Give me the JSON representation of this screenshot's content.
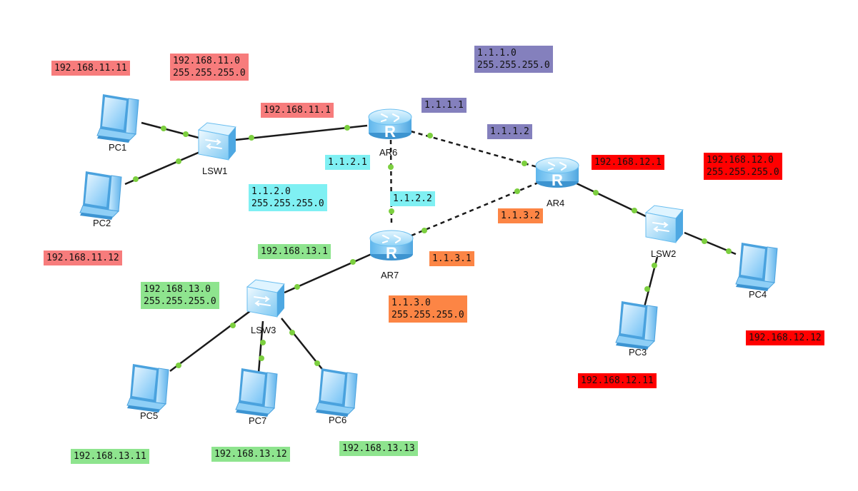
{
  "colors": {
    "pc1_subnet": "#f77c7c",
    "pc2_subnet": "#ff0000",
    "pc3_subnet": "#8ee48e",
    "link_ar6_ar4": "#8480bd",
    "link_ar6_ar7": "#7ff0f3",
    "link_ar7_ar4": "#fc8545",
    "port_dot": "#7ccf3f",
    "line": "#1a1a1a"
  },
  "devices": {
    "pc1": "PC1",
    "pc2": "PC2",
    "pc3": "PC3",
    "pc4": "PC4",
    "pc5": "PC5",
    "pc6": "PC6",
    "pc7": "PC7",
    "lsw1": "LSW1",
    "lsw2": "LSW2",
    "lsw3": "LSW3",
    "ar4": "AR4",
    "ar6": "AR6",
    "ar7": "AR7",
    "router_glyph": "R"
  },
  "labels": {
    "pc1_ip": "192.168.11.11",
    "net11_addr": "192.168.11.0",
    "net11_mask": "255.255.255.0",
    "ar6_g1": "192.168.11.1",
    "pc2_ip": "192.168.11.12",
    "net1_addr": "1.1.1.0",
    "net1_mask": "255.255.255.0",
    "ar6_to_ar4": "1.1.1.1",
    "ar4_to_ar6": "1.1.1.2",
    "ar6_to_ar7": "1.1.2.1",
    "net2_addr": "1.1.2.0",
    "net2_mask": "255.255.255.0",
    "ar7_to_ar6": "1.1.2.2",
    "ar4_to_ar7": "1.1.3.2",
    "ar7_to_ar4": "1.1.3.1",
    "net3_addr": "1.1.3.0",
    "net3_mask": "255.255.255.0",
    "ar4_g": "192.168.12.1",
    "net12_addr": "192.168.12.0",
    "net12_mask": "255.255.255.0",
    "pc4_ip": "192.168.12.12",
    "pc3_ip": "192.168.12.11",
    "ar7_g": "192.168.13.1",
    "net13_addr": "192.168.13.0",
    "net13_mask": "255.255.255.0",
    "pc5_ip": "192.168.13.11",
    "pc7_ip": "192.168.13.12",
    "pc6_ip": "192.168.13.13"
  }
}
